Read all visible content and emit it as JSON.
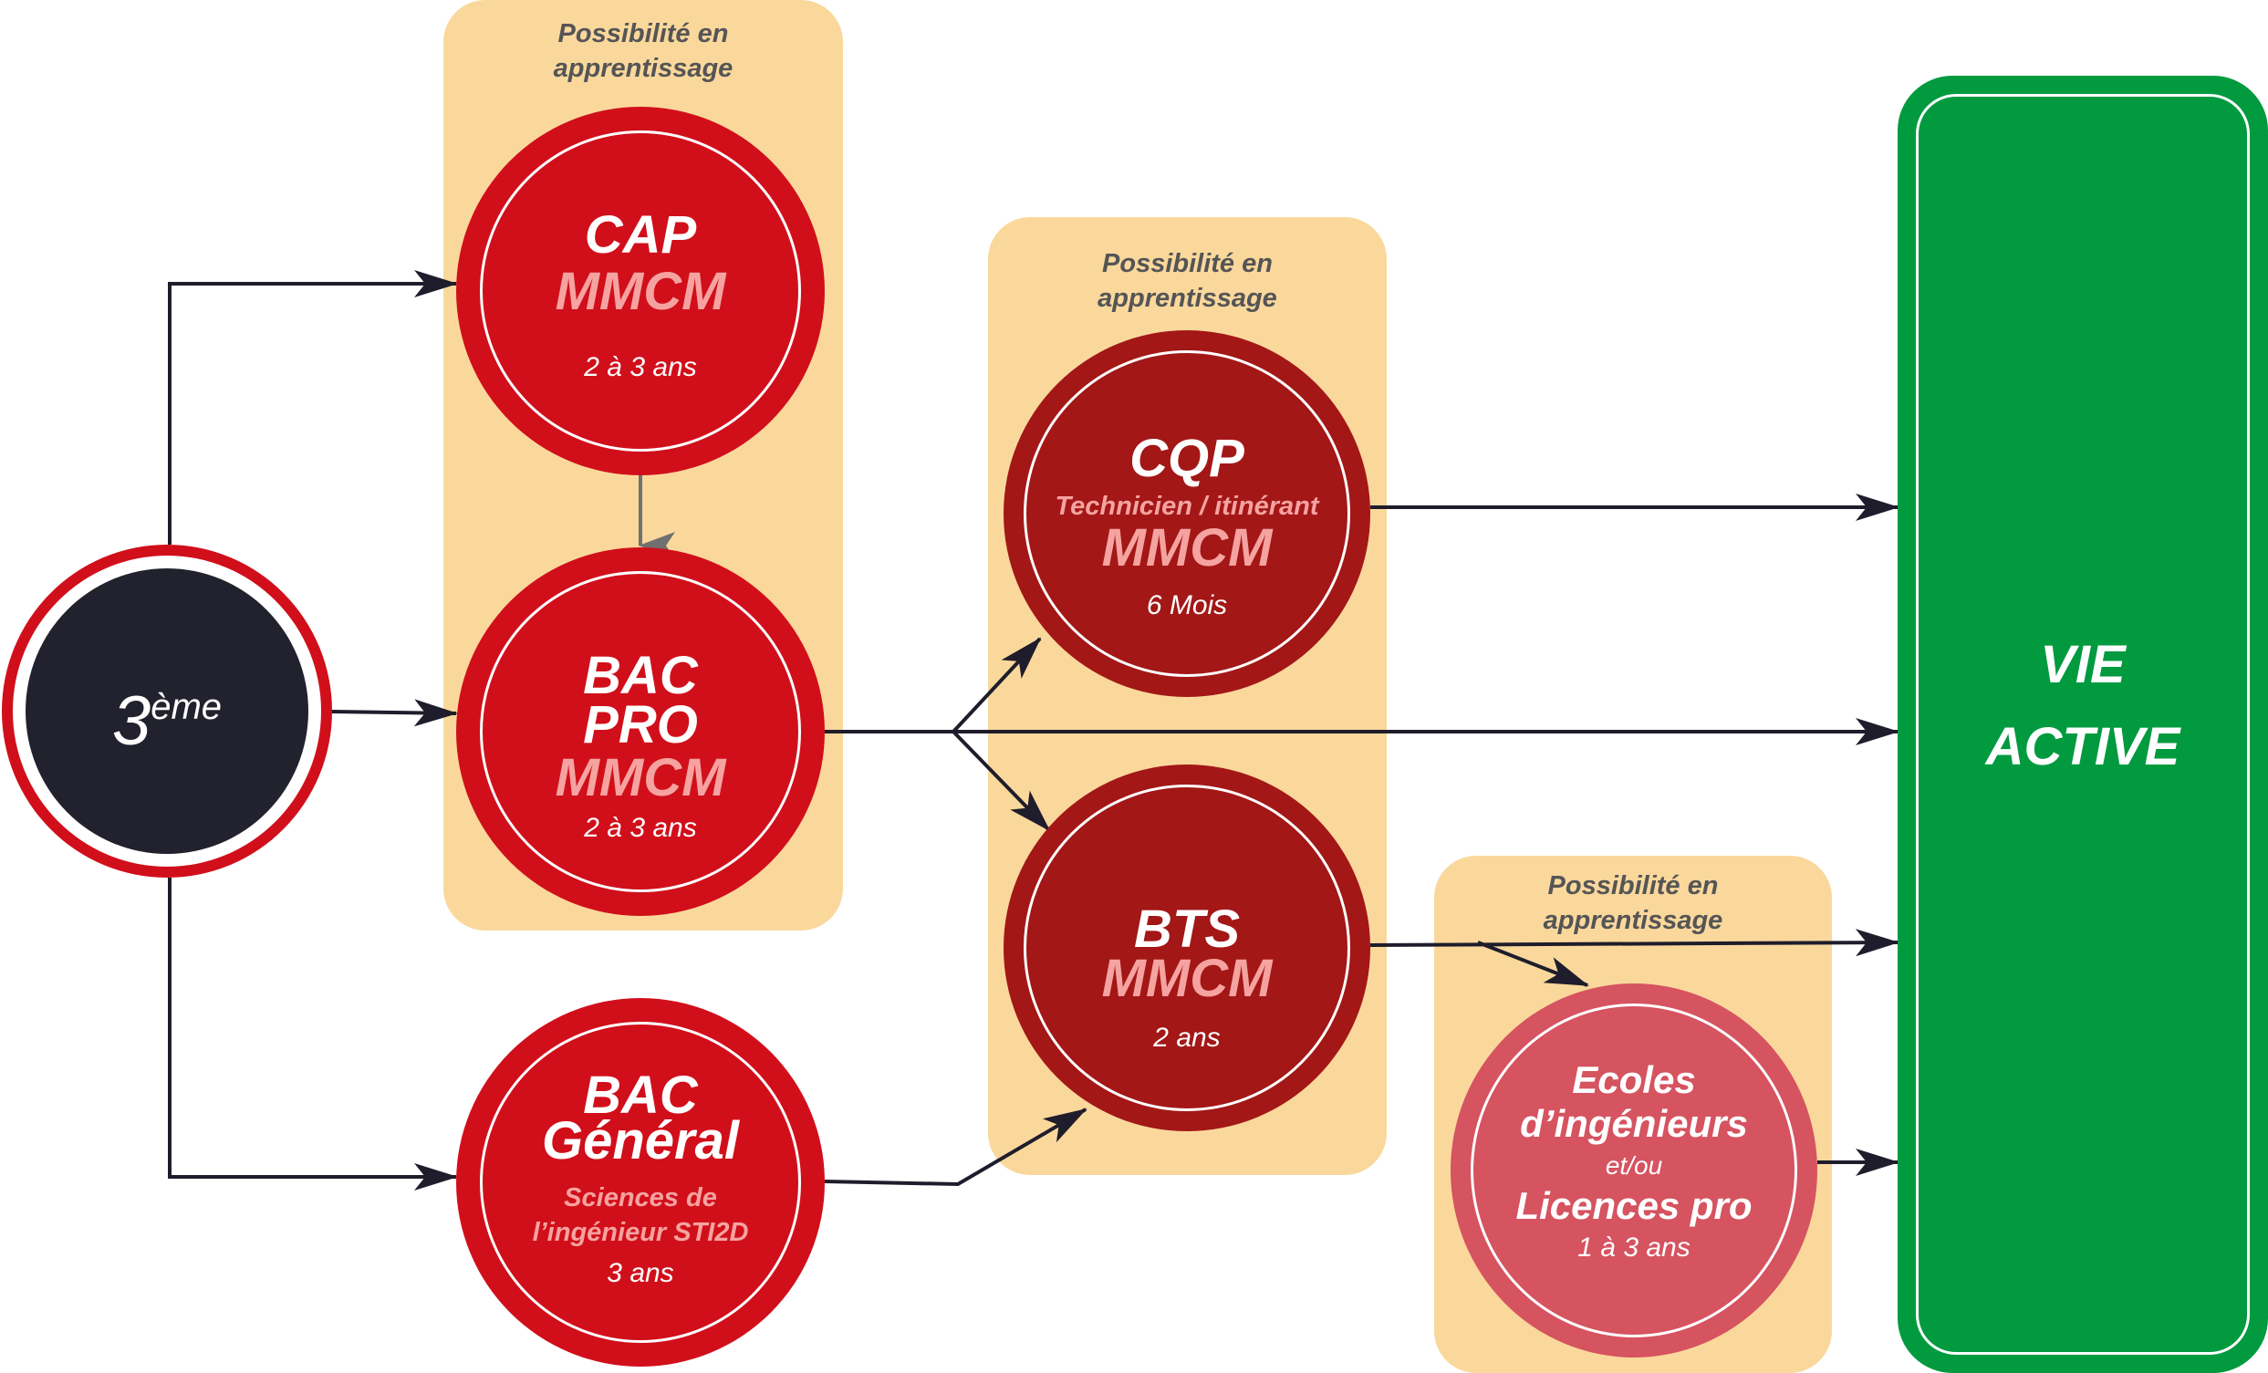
{
  "panel_label": "Possibilité en apprentissage",
  "nodes": {
    "troisieme": {
      "label": "3",
      "sup": "ème"
    },
    "cap": {
      "title": "CAP",
      "subtitle": "MMCM",
      "duration": "2 à 3 ans"
    },
    "bac_pro": {
      "title_line1": "BAC",
      "title_line2": "PRO",
      "subtitle": "MMCM",
      "duration": "2 à 3 ans"
    },
    "bac_general": {
      "title_line1": "BAC",
      "title_line2": "Général",
      "detail_line1": "Sciences de",
      "detail_line2": "l’ingénieur STI2D",
      "duration": "3 ans"
    },
    "cqp": {
      "title": "CQP",
      "detail": "Technicien / itinérant",
      "subtitle": "MMCM",
      "duration": "6 Mois"
    },
    "bts": {
      "title": "BTS",
      "subtitle": "MMCM",
      "duration": "2 ans"
    },
    "ecoles": {
      "line1": "Ecoles",
      "line2": "d’ingénieurs",
      "connector": "et/ou",
      "line3": "Licences pro",
      "duration": "1 à 3 ans"
    },
    "vie_active": {
      "line1": "VIE",
      "line2": "ACTIVE"
    }
  },
  "colors": {
    "panel": "#fad89c",
    "red": "#d10f1b",
    "dark_red": "#a31717",
    "pink_red": "#d65360",
    "navy": "#22222e",
    "green": "#019a3f",
    "arrow": "#1f1d2b",
    "arrow_grey": "#707070"
  }
}
